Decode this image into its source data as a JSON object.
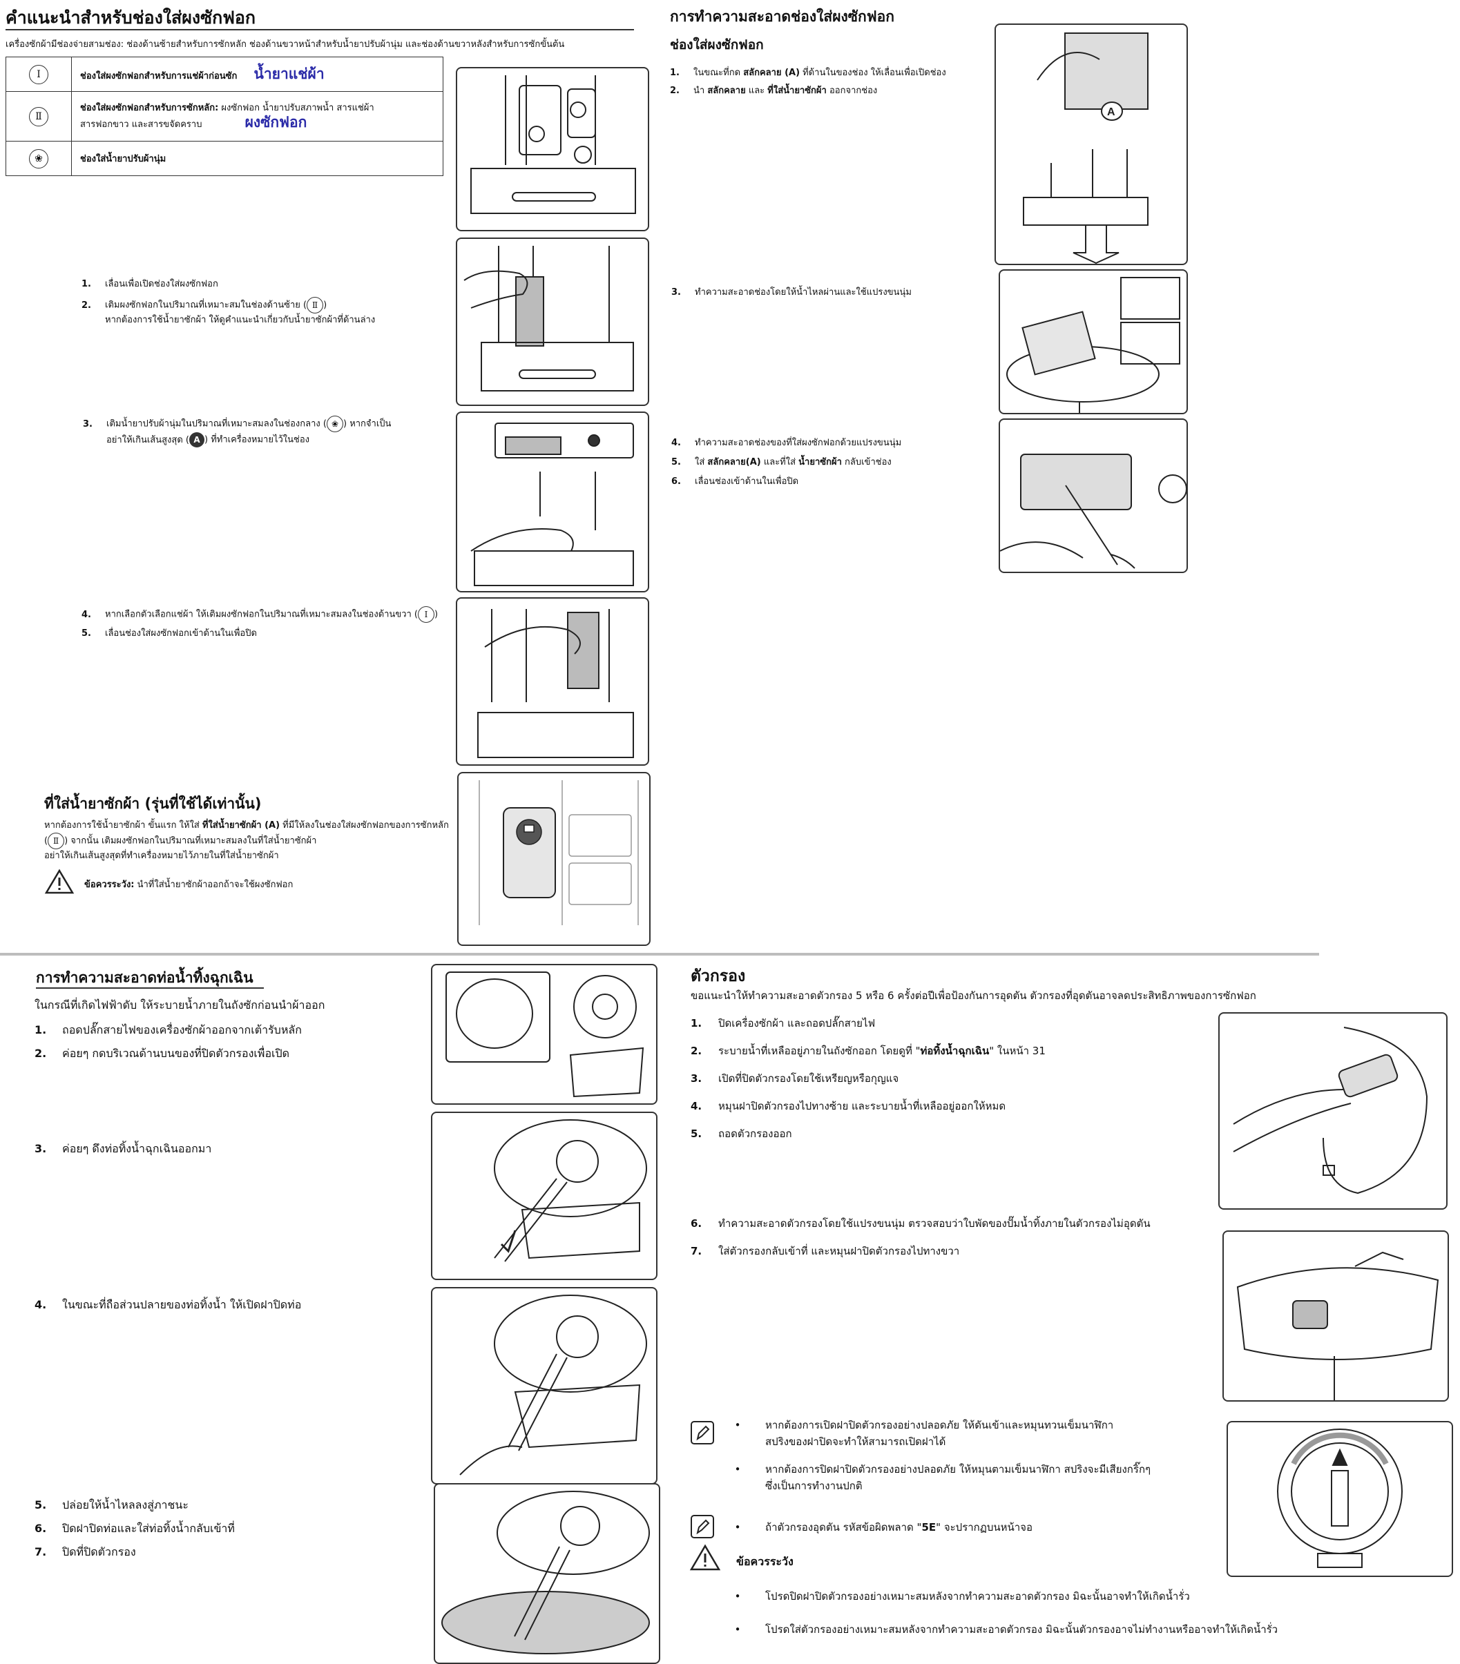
{
  "top_left": {
    "title": "คำแนะนำสำหรับช่องใส่ผงซักฟอก",
    "intro": "เครื่องซักผ้ามีช่องจ่ายสามช่อง: ช่องด้านซ้ายสำหรับการซักหลัก ช่องด้านขวาหน้าสำหรับน้ำยาปรับผ้านุ่ม และช่องด้านขวาหลังสำหรับการซักขั้นต้น",
    "legend": [
      {
        "symbol": "Ⅰ",
        "text": "ช่องใส่ผงซักฟอกสำหรับการแช่ผ้าก่อนซัก",
        "tag": "น้ำยาแช่ผ้า"
      },
      {
        "symbol": "Ⅱ",
        "text_bold": "ช่องใส่ผงซักฟอกสำหรับการซักหลัก:",
        "text_rest": " ผงซักฟอก น้ำยาปรับสภาพน้ำ สารแช่ผ้า",
        "text_line2": "สารฟอกขาว และสารขจัดคราบ",
        "tag": "ผงซักฟอก"
      },
      {
        "symbol": "❀",
        "text": "ช่องใส่น้ำยาปรับผ้านุ่ม"
      }
    ],
    "steps_a": [
      {
        "num": "1.",
        "text": "เลื่อนเพื่อเปิดช่องใส่ผงซักฟอก"
      },
      {
        "num": "2.",
        "text": "เติมผงซักฟอกในปริมาณที่เหมาะสมในช่องด้านซ้าย (",
        "symbol": "Ⅱ",
        "text_after": ")",
        "line2": "หากต้องการใช้น้ำยาซักผ้า ให้ดูคำแนะนำเกี่ยวกับน้ำยาซักผ้าที่ด้านล่าง"
      }
    ],
    "step3": {
      "num": "3.",
      "text": "เติมน้ำยาปรับผ้านุ่มในปริมาณที่เหมาะสมลงในช่องกลาง (",
      "symbol": "❀",
      "text_after": ") หากจำเป็น",
      "line2a": "อย่าให้เกินเส้นสูงสุด (",
      "symbol2": "A",
      "line2b": ") ที่ทำเครื่องหมายไว้ในช่อง"
    },
    "step4": {
      "num": "4.",
      "text": "หากเลือกตัวเลือกแช่ผ้า ให้เติมผงซักฟอกในปริมาณที่เหมาะสมลงในช่องด้านขวา (",
      "symbol": "Ⅰ",
      "text_after": ")"
    },
    "step5": {
      "num": "5.",
      "text": "เลื่อนช่องใส่ผงซักฟอกเข้าด้านในเพื่อปิด"
    },
    "liquid": {
      "title": "ที่ใส่น้ำยาซักผ้า (รุ่นที่ใช้ได้เท่านั้น)",
      "line1a": "หากต้องการใช้น้ำยาซักผ้า ขั้นแรก ให้ใส่ ",
      "line1b": "ที่ใส่น้ำยาซักผ้า (A)",
      "line1c": " ที่มีให้ลงในช่องใส่ผงซักฟอกของการซักหลัก",
      "line2a": "(",
      "symbol": "Ⅱ",
      "line2b": ") จากนั้น เติมผงซักฟอกในปริมาณที่เหมาะสมลงในที่ใส่น้ำยาซักผ้า",
      "line3": "อย่าให้เกินเส้นสูงสุดที่ทำเครื่องหมายไว้ภายในที่ใส่น้ำยาซักผ้า",
      "caution_label": "ข้อควรระวัง:",
      "caution_text": " นำที่ใส่น้ำยาซักผ้าออกถ้าจะใช้ผงซักฟอก"
    }
  },
  "top_right": {
    "title": "การทำความสะอาดช่องใส่ผงซักฟอก",
    "subtitle": "ช่องใส่ผงซักฟอก",
    "step1": {
      "num": "1.",
      "a": "ในขณะที่กด ",
      "b": "สลักคลาย (A)",
      "c": " ที่ด้านในของช่อง ให้เลื่อนเพื่อเปิดช่อง"
    },
    "step2": {
      "num": "2.",
      "a": "นำ ",
      "b": "สลักคลาย",
      "c": " และ ",
      "d": "ที่ใส่น้ำยาซักผ้า",
      "e": " ออกจากช่อง"
    },
    "step3": {
      "num": "3.",
      "text": "ทำความสะอาดช่องโดยให้น้ำไหลผ่านและใช้แปรงขนนุ่ม"
    },
    "step4": {
      "num": "4.",
      "text": "ทำความสะอาดช่องของที่ใส่ผงซักฟอกด้วยแปรงขนนุ่ม"
    },
    "step5": {
      "num": "5.",
      "a": "ใส่ ",
      "b": "สลักคลาย(A)",
      "c": " และที่ใส่ ",
      "d": "น้ำยาซักผ้า",
      "e": " กลับเข้าช่อง"
    },
    "step6": {
      "num": "6.",
      "text": "เลื่อนช่องเข้าด้านในเพื่อปิด"
    },
    "label_a": "A"
  },
  "bottom_left": {
    "title": "การทำความสะอาดท่อน้ำทิ้งฉุกเฉิน",
    "intro": "ในกรณีที่เกิดไฟฟ้าดับ ให้ระบายน้ำภายในถังซักก่อนนำผ้าออก",
    "steps_a": [
      {
        "num": "1.",
        "text": "ถอดปลั๊กสายไฟของเครื่องซักผ้าออกจากเต้ารับหลัก"
      },
      {
        "num": "2.",
        "text": "ค่อยๆ กดบริเวณด้านบนของที่ปิดตัวกรองเพื่อเปิด"
      }
    ],
    "step3": {
      "num": "3.",
      "text": "ค่อยๆ ดึงท่อทิ้งน้ำฉุกเฉินออกมา"
    },
    "step4": {
      "num": "4.",
      "text": "ในขณะที่ถือส่วนปลายของท่อทิ้งน้ำ ให้เปิดฝาปิดท่อ"
    },
    "steps_c": [
      {
        "num": "5.",
        "text": "ปล่อยให้น้ำไหลลงสู่ภาชนะ"
      },
      {
        "num": "6.",
        "text": "ปิดฝาปิดท่อและใส่ท่อทิ้งน้ำกลับเข้าที่"
      },
      {
        "num": "7.",
        "text": "ปิดที่ปิดตัวกรอง"
      }
    ]
  },
  "bottom_right": {
    "title": "ตัวกรอง",
    "intro": "ขอแนะนำให้ทำความสะอาดตัวกรอง 5 หรือ 6 ครั้งต่อปีเพื่อป้องกันการอุดตัน ตัวกรองที่อุดตันอาจลดประสิทธิภาพของการซักฟอก",
    "step1": {
      "num": "1.",
      "text": "ปิดเครื่องซักผ้า และถอดปลั๊กสายไฟ"
    },
    "step2": {
      "num": "2.",
      "a": "ระบายน้ำที่เหลืออยู่ภายในถังซักออก โดยดูที่ \"",
      "b": "ท่อทิ้งน้ำฉุกเฉิน",
      "c": "\" ในหน้า 31"
    },
    "step3": {
      "num": "3.",
      "text": "เปิดที่ปิดตัวกรองโดยใช้เหรียญหรือกุญแจ"
    },
    "step4": {
      "num": "4.",
      "text": "หมุนฝาปิดตัวกรองไปทางซ้าย และระบายน้ำที่เหลืออยู่ออกให้หมด"
    },
    "step5": {
      "num": "5.",
      "text": "ถอดตัวกรองออก"
    },
    "step6": {
      "num": "6.",
      "text": "ทำความสะอาดตัวกรองโดยใช้แปรงขนนุ่ม ตรวจสอบว่าใบพัดของปั๊มน้ำทิ้งภายในตัวกรองไม่อุดตัน"
    },
    "step7": {
      "num": "7.",
      "text": "ใส่ตัวกรองกลับเข้าที่ และหมุนฝาปิดตัวกรองไปทางขวา"
    },
    "note1_l1": "หากต้องการเปิดฝาปิดตัวกรองอย่างปลอดภัย ให้ดันเข้าและหมุนทวนเข็มนาฬิกา",
    "note1_l2": "สปริงของฝาปิดจะทำให้สามารถเปิดฝาได้",
    "note2_l1": "หากต้องการปิดฝาปิดตัวกรองอย่างปลอดภัย ให้หมุนตามเข็มนาฬิกา สปริงจะมีเสียงกริ๊กๆ",
    "note2_l2": "ซึ่งเป็นการทำงานปกติ",
    "note3_a": "ถ้าตัวกรองอุดตัน รหัสข้อผิดพลาด \"",
    "note3_b": "5E",
    "note3_c": "\" จะปรากฏบนหน้าจอ",
    "caution_title": "ข้อควรระวัง",
    "caution1": "โปรดปิดฝาปิดตัวกรองอย่างเหมาะสมหลังจากทำความสะอาดตัวกรอง มิฉะนั้นอาจทำให้เกิดน้ำรั่ว",
    "caution2": "โปรดใส่ตัวกรองอย่างเหมาะสมหลังจากทำความสะอาดตัวกรอง มิฉะนั้นตัวกรองอาจไม่ทำงานหรืออาจทำให้เกิดน้ำรั่ว",
    "bullet": "•"
  }
}
